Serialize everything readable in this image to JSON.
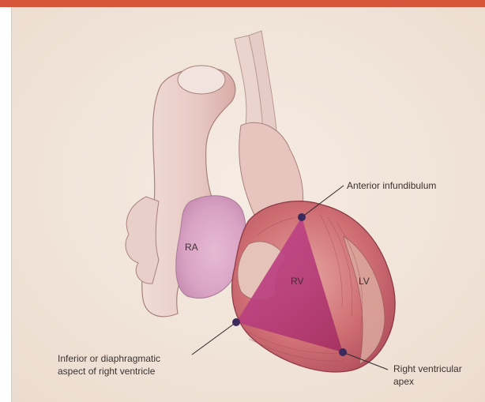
{
  "diagram": {
    "labels": {
      "ra": "RA",
      "rv": "RV",
      "lv": "LV",
      "anterior": "Anterior infundibulum",
      "inferior": "Inferior or diaphragmatic\naspect of right ventricle",
      "apex": "Right ventricular\napex"
    },
    "colors": {
      "frame_accent": "#d4553a",
      "background": "#f3e7dd",
      "marker_dot": "#3b2a5c",
      "triangle_fill": "#b8376f",
      "heart_muscle": "#c9656a",
      "atrium": "#d9a7c0"
    }
  }
}
